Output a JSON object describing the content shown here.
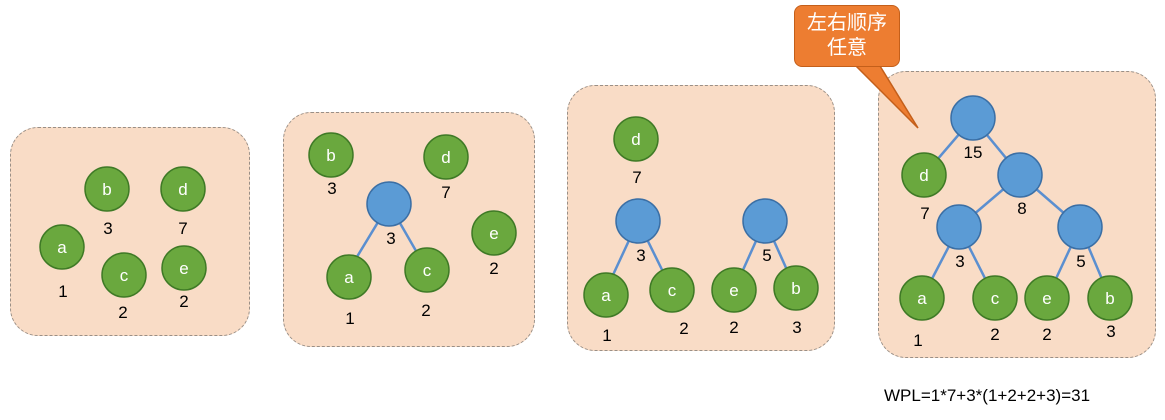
{
  "nodes": {
    "a": "a",
    "b": "b",
    "c": "c",
    "d": "d",
    "e": "e"
  },
  "weights": {
    "a": "1",
    "b": "3",
    "c": "2",
    "d": "7",
    "e": "2",
    "ac": "3",
    "eb": "5",
    "ac_eb": "8",
    "root": "15"
  },
  "callout": {
    "text": "左右顺序任意"
  },
  "formula": {
    "text": "WPL=1*7+3*(1+2+2+3)=31"
  },
  "colors": {
    "panel": "#f9dcc6",
    "leaf_node": "#6aa83e",
    "internal_node": "#5b9bd5",
    "callout": "#ed7d31"
  }
}
